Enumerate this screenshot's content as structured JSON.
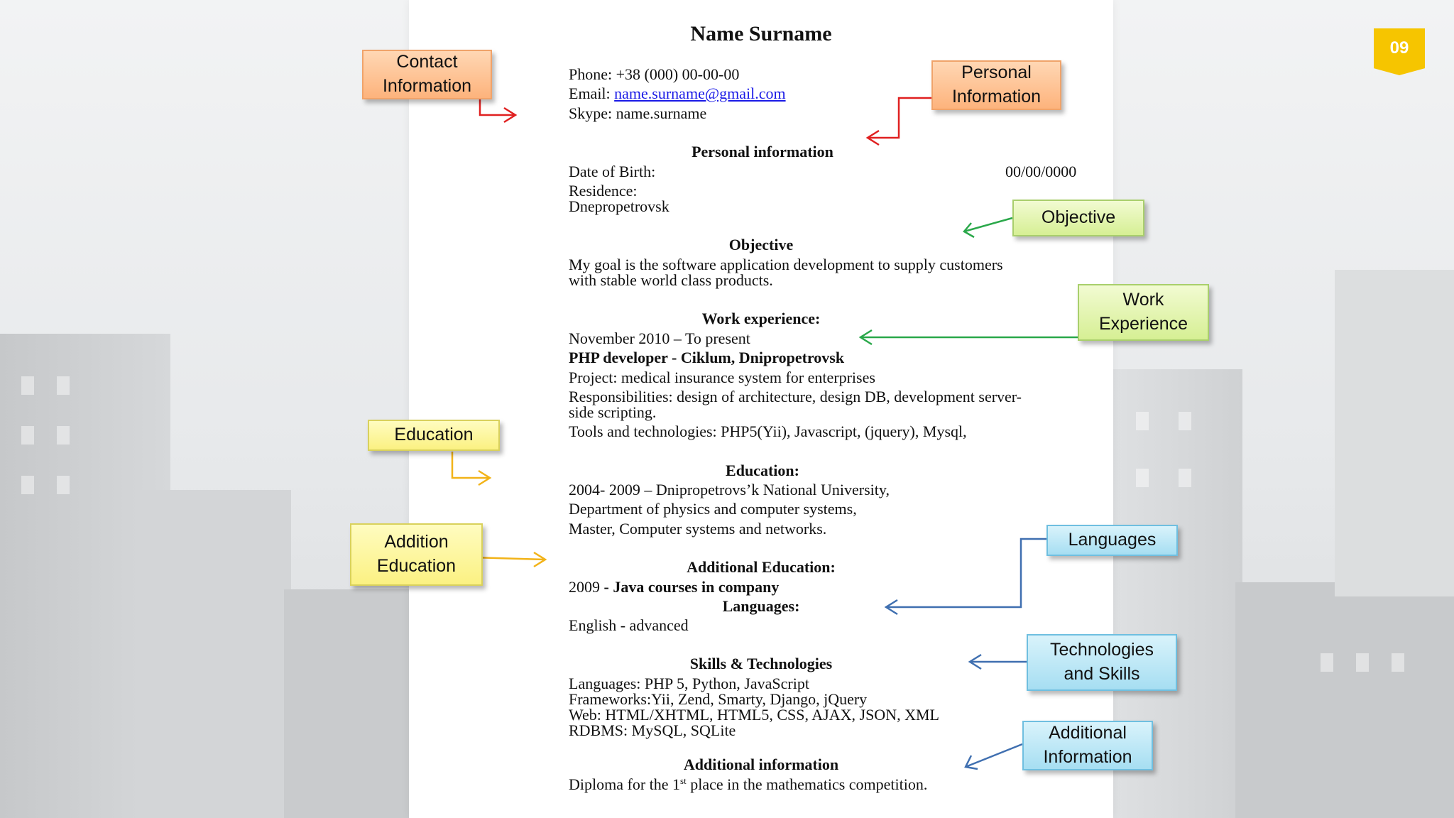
{
  "slide_number": "09",
  "resume": {
    "name": "Name Surname",
    "contact": {
      "phone": "Phone: +38 (000) 00-00-00",
      "email_label": "Email: ",
      "email_value": "name.surname@gmail.com",
      "skype": "Skype: name.surname"
    },
    "personal": {
      "heading": "Personal information",
      "dob_label": "Date of Birth:",
      "dob_value": "00/00/0000",
      "residence_label": "Residence:",
      "residence_value": "Dnepropetrovsk"
    },
    "objective": {
      "heading": "Objective",
      "line1": "My goal is the software application development to supply customers",
      "line2": "with stable world class products."
    },
    "work": {
      "heading": "Work experience:",
      "period": "November 2010 – To present",
      "position": "PHP developer  - Ciklum, Dnipropetrovsk",
      "project": "Project: medical insurance system for enterprises",
      "resp1": "Responsibilities: design of architecture, design DB, development server-",
      "resp2": "side scripting.",
      "tools": "Tools and technologies: PHP5(Yii), Javascript, (jquery), Mysql,"
    },
    "education": {
      "heading": "Education:",
      "line1": "2004- 2009 –  Dniprop­etrovs’k National University,",
      "line2": "Department of physics and computer systems,",
      "line3": "Master, Computer systems and networks."
    },
    "additional_education": {
      "heading": "Additional Education:",
      "year": "2009",
      "text": " - Java courses in company"
    },
    "languages": {
      "heading": "Languages:",
      "value": "English - advanced"
    },
    "skills": {
      "heading": "Skills & Technologies",
      "languages": "Languages: PHP 5, Python, JavaScript",
      "frameworks": "Frameworks:Yii, Zend, Smarty, Django, jQuery",
      "web": "Web: HTML/XHTML, HTML5, CSS, AJAX, JSON, XML",
      "rdbms": "RDBMS: MySQL, SQLite"
    },
    "additional_info": {
      "heading": "Additional information",
      "pre": "Diploma for the 1",
      "sup": "st",
      "post": " place in the mathematics competition."
    }
  },
  "callouts": {
    "contact": "Contact\nInformation",
    "personal": "Personal\nInformation",
    "objective": "Objective",
    "work": "Work\nExperience",
    "education": "Education",
    "addition_education": "Addition\nEducation",
    "languages": "Languages",
    "technologies": "Technologies\nand Skills",
    "additional": "Additional\nInformation"
  },
  "colors": {
    "orange_box": "#fdb37c",
    "green_box": "#d6ef94",
    "yellow_box": "#fbf182",
    "blue_box": "#a6def2",
    "red_arrow": "#e02020",
    "green_arrow": "#2aa84a",
    "yellow_arrow": "#f2b318",
    "blue_arrow": "#3f6fb0",
    "badge": "#f6c500",
    "link": "#1a1ae6"
  }
}
